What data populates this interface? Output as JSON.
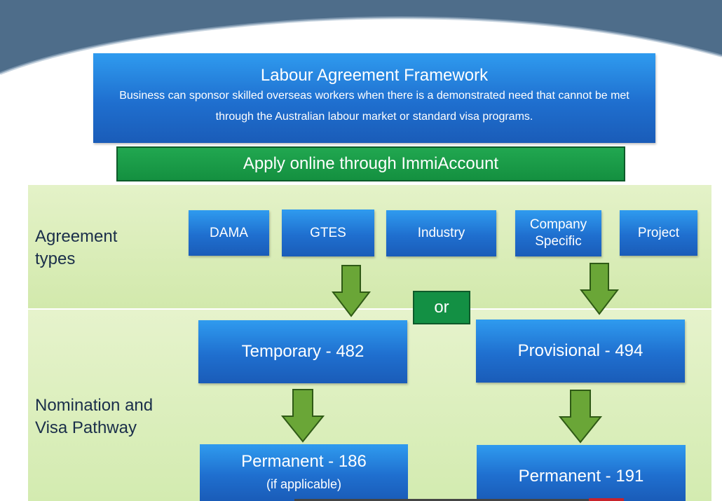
{
  "header": {
    "title": "Labour Agreement Framework",
    "description": "Business can sponsor skilled overseas workers when there is a demonstrated need that cannot be met through the Australian labour market or standard visa programs."
  },
  "apply_bar": {
    "label": "Apply online through ImmiAccount"
  },
  "sections": {
    "agreement_types": {
      "label_line1": "Agreement",
      "label_line2": "types"
    },
    "visa_pathway": {
      "label_line1": "Nomination and",
      "label_line2": "Visa Pathway"
    }
  },
  "agreement_types": [
    {
      "label_line1": "DAMA",
      "label_line2": ""
    },
    {
      "label_line1": "GTES",
      "label_line2": ""
    },
    {
      "label_line1": "Industry",
      "label_line2": ""
    },
    {
      "label_line1": "Company",
      "label_line2": "Specific"
    },
    {
      "label_line1": "Project",
      "label_line2": ""
    }
  ],
  "or_label": "or",
  "visas": {
    "temporary": {
      "label": "Temporary - 482"
    },
    "provisional": {
      "label": "Provisional - 494"
    },
    "permanent_186": {
      "label": "Permanent - 186",
      "note": "(if applicable)"
    },
    "permanent_191": {
      "label": "Permanent - 191"
    }
  },
  "colors": {
    "background_wave": "#4e6d8a",
    "box_blue": "#1f6fcf",
    "green_bar": "#149040",
    "band_green": "#d8ecb5",
    "arrow_green": "#6aa637"
  }
}
